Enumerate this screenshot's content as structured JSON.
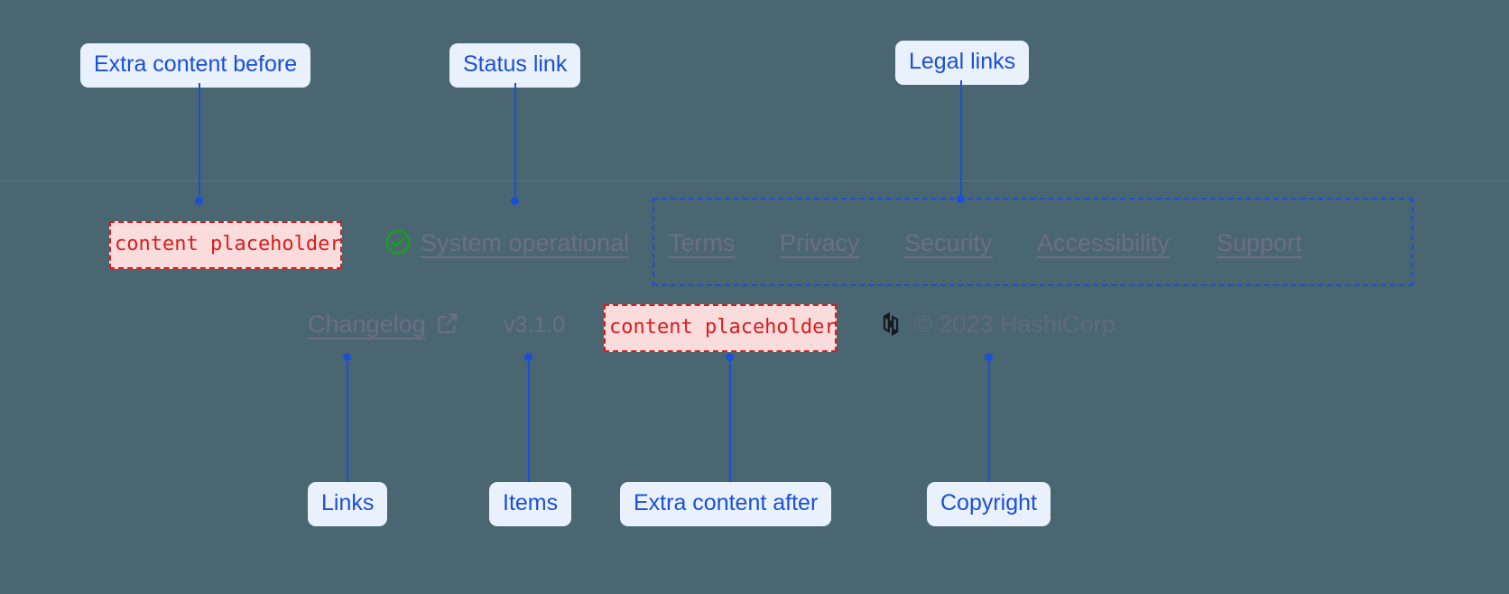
{
  "page": {
    "background_color": "#4a6671",
    "accent_color": "#1b4fd8",
    "placeholder_color": "#d81d1d",
    "link_color": "#6c6f87",
    "status_ok_color": "#17a01f"
  },
  "annotations": {
    "extra_content_before": "Extra content before",
    "status_link": "Status link",
    "legal_links": "Legal links",
    "links": "Links",
    "items": "Items",
    "extra_content_after": "Extra content after",
    "copyright": "Copyright"
  },
  "footer": {
    "placeholder_before": "content placeholder",
    "placeholder_after": "content placeholder",
    "status": {
      "icon": "check-circle-icon",
      "label": "System operational"
    },
    "legal_links": [
      {
        "label": "Terms"
      },
      {
        "label": "Privacy"
      },
      {
        "label": "Security"
      },
      {
        "label": "Accessibility"
      },
      {
        "label": "Support"
      }
    ],
    "changelog": {
      "label": "Changelog",
      "icon": "external-link-icon"
    },
    "version": "v3.1.0",
    "brand": {
      "logo": "hashicorp-logo",
      "copyright": "© 2023 HashiCorp"
    }
  }
}
